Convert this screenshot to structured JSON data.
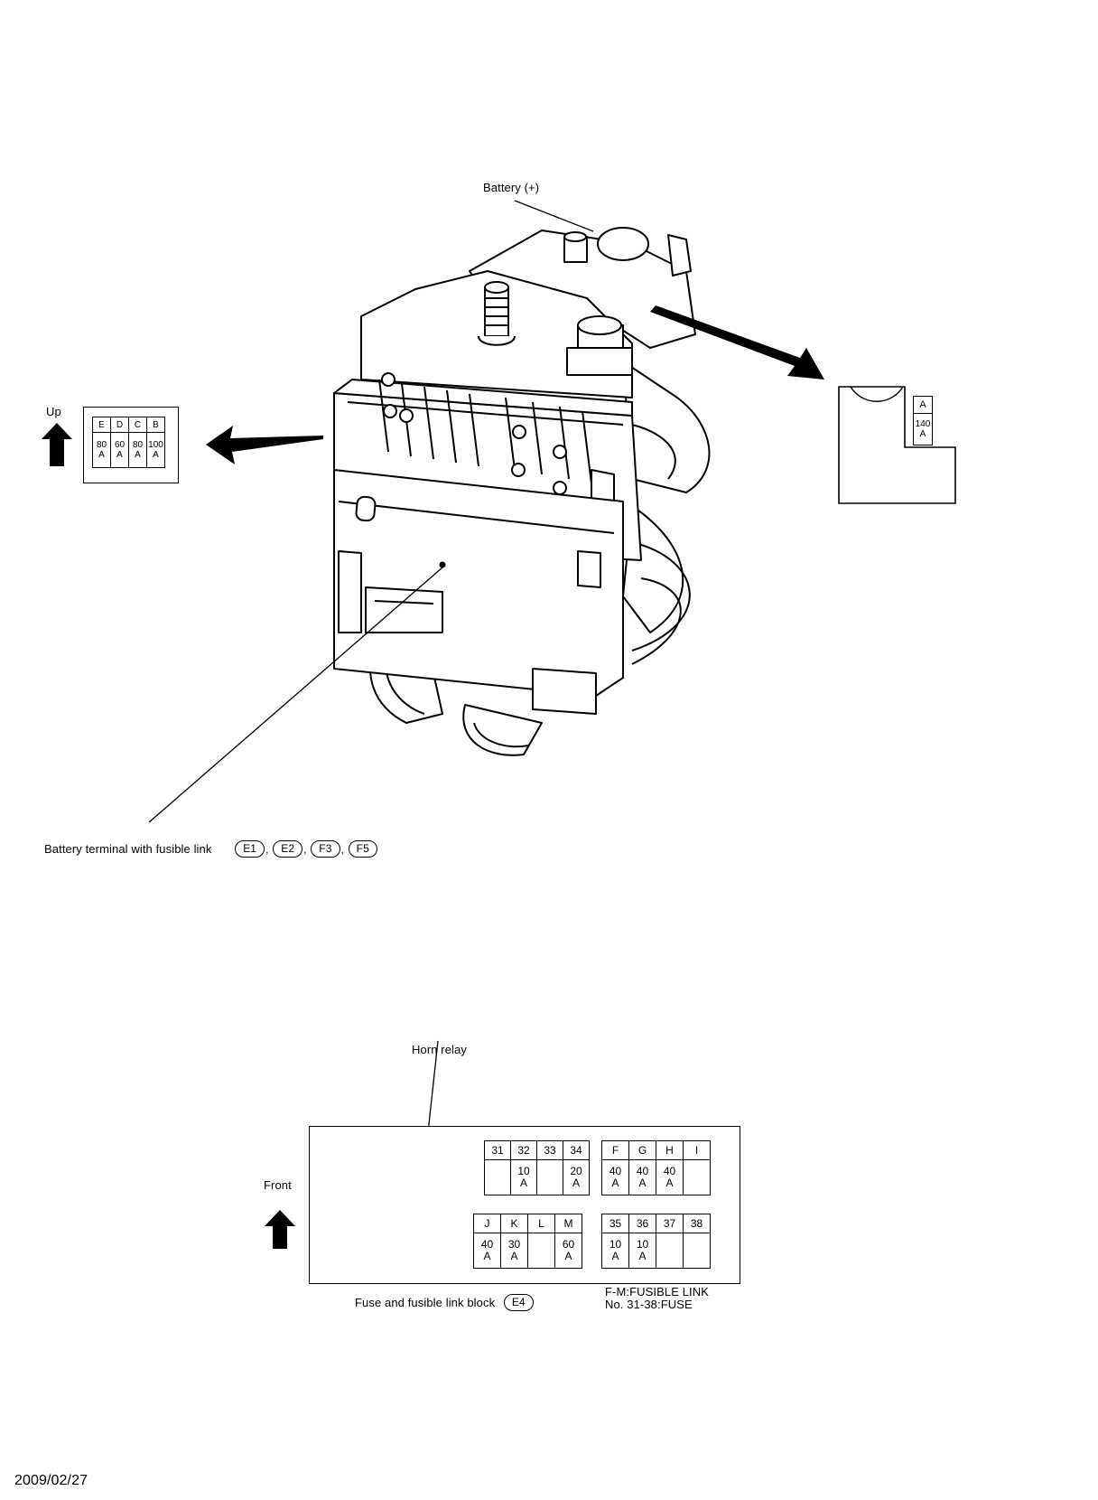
{
  "labels": {
    "battery_plus": "Battery (+)",
    "up": "Up",
    "front": "Front",
    "battery_terminal": "Battery terminal with fusible link",
    "horn_relay": "Horn relay",
    "fuse_block": "Fuse and fusible link block",
    "legend_line1": "F-M:FUSIBLE LINK",
    "legend_line2": "No. 31-38:FUSE",
    "date": "2009/02/27"
  },
  "terminal_connectors": [
    "E1",
    "E2",
    "F3",
    "F5"
  ],
  "fuse_block_connector": "E4",
  "left_link_box": {
    "cols": [
      "E",
      "D",
      "C",
      "B"
    ],
    "amps": [
      [
        "80",
        "A"
      ],
      [
        "60",
        "A"
      ],
      [
        "80",
        "A"
      ],
      [
        "100",
        "A"
      ]
    ]
  },
  "right_link_box": {
    "col": "A",
    "amp": [
      "140",
      "A"
    ]
  },
  "fuse_grids": {
    "top_left": {
      "cols": [
        "31",
        "32",
        "33",
        "34"
      ],
      "amps": [
        [
          "",
          ""
        ],
        [
          "10",
          "A"
        ],
        [
          "",
          ""
        ],
        [
          "20",
          "A"
        ]
      ]
    },
    "top_right": {
      "cols": [
        "F",
        "G",
        "H",
        "I"
      ],
      "amps": [
        [
          "40",
          "A"
        ],
        [
          "40",
          "A"
        ],
        [
          "40",
          "A"
        ],
        [
          "",
          ""
        ]
      ]
    },
    "bottom_left": {
      "cols": [
        "J",
        "K",
        "L",
        "M"
      ],
      "amps": [
        [
          "40",
          "A"
        ],
        [
          "30",
          "A"
        ],
        [
          "",
          ""
        ],
        [
          "60",
          "A"
        ]
      ]
    },
    "bottom_right": {
      "cols": [
        "35",
        "36",
        "37",
        "38"
      ],
      "amps": [
        [
          "10",
          "A"
        ],
        [
          "10",
          "A"
        ],
        [
          "",
          ""
        ],
        [
          "",
          ""
        ]
      ]
    }
  }
}
